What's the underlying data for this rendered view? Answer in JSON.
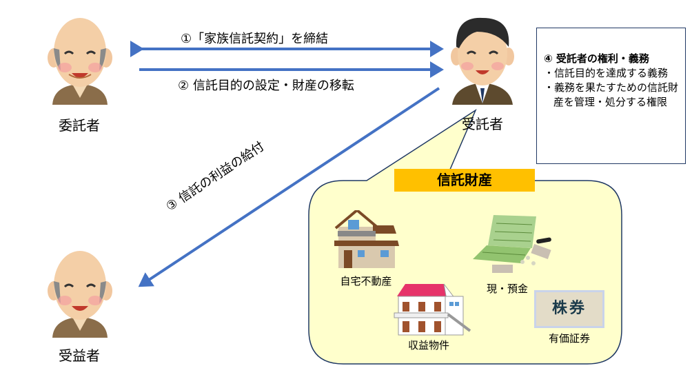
{
  "parties": {
    "settlor": "委託者",
    "trustee": "受託者",
    "beneficiary": "受益者"
  },
  "arrows": {
    "contract": "①「家族信託契約」を締結",
    "transfer": "② 信託目的の設定・財産の移転",
    "benefit": "③ 信託の利益の給付"
  },
  "rights_box": {
    "heading": "④ 受託者の権利・義務",
    "items": [
      "・信託目的を達成する義務",
      "・義務を果たすための信託財産を管理・処分する権限"
    ]
  },
  "trust_property": {
    "title": "信託財産",
    "items": [
      "自宅不動産",
      "現・預金",
      "収益物件",
      "有価証券"
    ],
    "stock_certificate_text": "株券"
  },
  "colors": {
    "arrow": "#4472c4",
    "bubble_fill": "#ffffcc",
    "bubble_border": "#1f3864",
    "title_bar": "#ffc000"
  }
}
